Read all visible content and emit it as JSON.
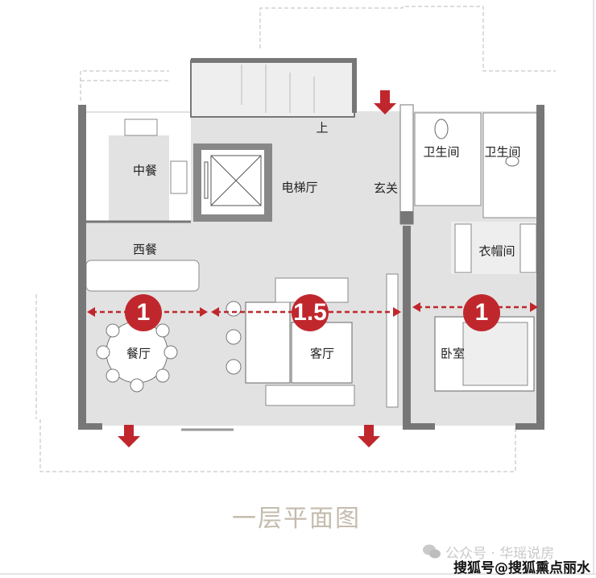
{
  "title": "一层平面图",
  "rooms": {
    "stairs_up": "上",
    "chinese_kitchen": "中餐",
    "elevator_hall": "电梯厅",
    "foyer": "玄关",
    "bathroom_1": "卫生间",
    "bathroom_2": "卫生间",
    "western_dining": "西餐",
    "cloakroom": "衣帽间",
    "dining_room": "餐厅",
    "living_room": "客厅",
    "bedroom": "卧室"
  },
  "dimensions": [
    "1",
    "1.5",
    "1"
  ],
  "watermark": {
    "official_account": "公众号 · 华瑶说房",
    "sohu": "搜狐号@搜狐熏点丽水站"
  },
  "colors": {
    "accent_red": "#c0272d",
    "floor": "#e2e2e2",
    "wall": "#777777",
    "title": "#c4bcad"
  }
}
